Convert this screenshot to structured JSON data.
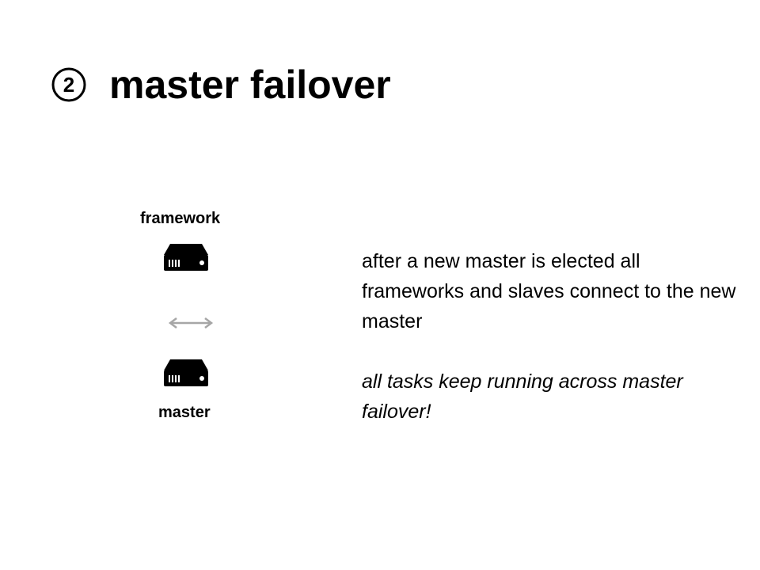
{
  "slide": {
    "number_marker": "②",
    "title": "master failover"
  },
  "diagram": {
    "nodes": [
      {
        "id": "framework",
        "label": "framework",
        "icon": "server-icon"
      },
      {
        "id": "master",
        "label": "master",
        "icon": "server-icon"
      }
    ],
    "edges": [
      {
        "from": "framework",
        "to": "master",
        "style": "bidirectional-arrow",
        "color": "#a6a6a6"
      }
    ]
  },
  "description": {
    "main_text": "after a new master is elected all frameworks and slaves connect to the new master",
    "note_text": "all tasks keep running across master failover!"
  }
}
